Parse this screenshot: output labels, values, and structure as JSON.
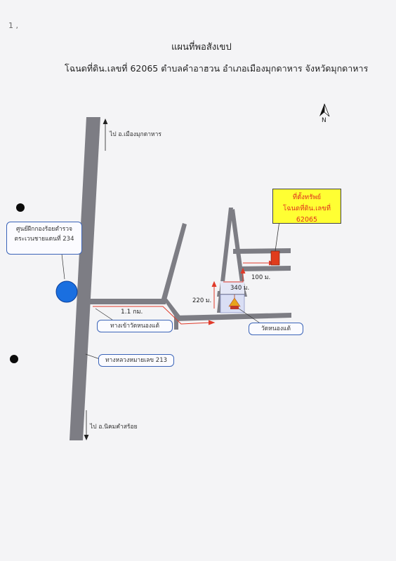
{
  "title": "แผนที่พอสังเขป",
  "subtitle": "โฉนดที่ดิน.เลขที่ 62065 ตำบลคำอาฮวน อำเภอเมืองมุกดาหาร จังหวัดมุกดาหาร",
  "north_label": "N",
  "corner_marks": "1 ,",
  "labels": {
    "to_muang": "ไป อ.เมืองมุกดาหาร",
    "to_nikhom": "ไป อ.นิคมคำสร้อย",
    "center_callout": "ศูนย์ฝึกกองร้อยตำรวจ ตระเวนชายแดนที่ 234",
    "distance_main": "1.1 กม.",
    "temple_road": "ทางเข้าวัดหนองแต้",
    "highway": "ทางหลวงหมายเลข 213",
    "dist_220": "220 ม.",
    "dist_340": "340 ม.",
    "dist_100": "100 ม.",
    "temple": "วัดหนองแต้",
    "property_line1": "ที่ตั้งทรัพย์",
    "property_line2": "โฉนดที่ดิน.เลขที่ 62065"
  },
  "colors": {
    "road": "#7a7a80",
    "route_arrow": "#e03a2a",
    "property_marker": "#e03c1c",
    "callout_box": "#ffff33",
    "center_dot": "#1a6fe0",
    "punch_hole": "#0b0b0b"
  },
  "icons": [
    "north-arrow-icon",
    "temple-icon",
    "location-dot-icon"
  ]
}
